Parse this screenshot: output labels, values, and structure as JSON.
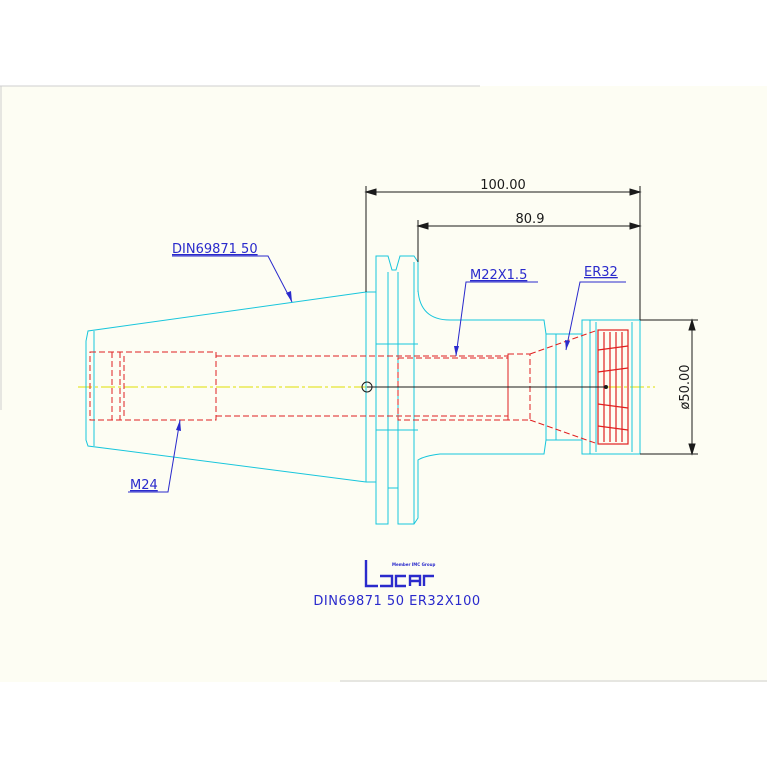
{
  "dimensions": {
    "overall_length": "100.00",
    "collet_length": "80.9",
    "diameter": "ø50.00"
  },
  "callouts": {
    "taper_spec": "DIN69871 50",
    "retention_thread": "M24",
    "inner_thread": "M22X1.5",
    "collet": "ER32"
  },
  "logo": {
    "member_text": "Member IMC Group",
    "brand_name": "iscar"
  },
  "title_block": {
    "part_designation": "DIN69871 50 ER32X100"
  },
  "colors": {
    "background": "#fdfdf3",
    "outline": "#18c6dc",
    "hidden_lines": "#e02020",
    "centerline": "#e0e000",
    "dimensions": "#1a1a1a",
    "callouts": "#2a2acc"
  }
}
